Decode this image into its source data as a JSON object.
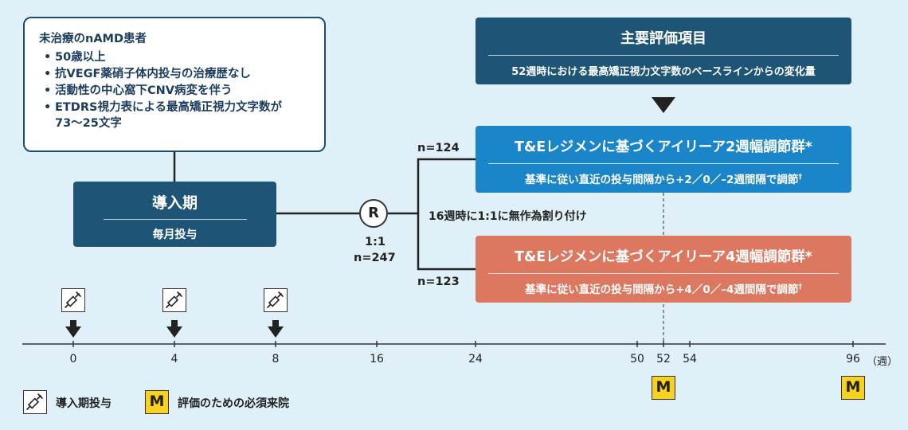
{
  "criteria": {
    "heading": "未治療のnAMD患者",
    "items": [
      "50歳以上",
      "抗VEGF薬硝子体内投与の治療歴なし",
      "活動性の中心窩下CNV病変を伴う",
      "ETDRS視力表による最高矯正視力文字数が73～25文字"
    ]
  },
  "induction": {
    "title": "導入期",
    "subtitle": "毎月投与"
  },
  "endpoint": {
    "title": "主要評価項目",
    "subtitle": "52週時における最高矯正視力文字数のベースラインからの変化量"
  },
  "arms": [
    {
      "title": "T&Eレジメンに基づくアイリーア2週幅調節群*",
      "subtitle": "基準に従い直近の投与間隔から+2／0／–2週間隔で調節",
      "mark": "†",
      "n": "n=124",
      "color": "#1b85c9"
    },
    {
      "title": "T&Eレジメンに基づくアイリーア4週幅調節群*",
      "subtitle": "基準に従い直近の投与間隔から+4／0／–4週間隔で調節",
      "mark": "†",
      "n": "n=123",
      "color": "#dc7760"
    }
  ],
  "randomization": {
    "symbol": "R",
    "ratio": "1:1",
    "total": "n=247",
    "note": "16週時に1:1に無作為割り付け"
  },
  "timeline": {
    "ticks": [
      "0",
      "4",
      "8",
      "16",
      "24",
      "50",
      "52",
      "54",
      "96"
    ],
    "unit": "（週）",
    "injection_weeks": [
      "0",
      "4",
      "8"
    ],
    "visit_weeks": [
      "52",
      "96"
    ],
    "visit_symbol": "M"
  },
  "legend": {
    "injection_label": "導入期投与",
    "visit_symbol": "M",
    "visit_label": "評価のための必須来院"
  }
}
